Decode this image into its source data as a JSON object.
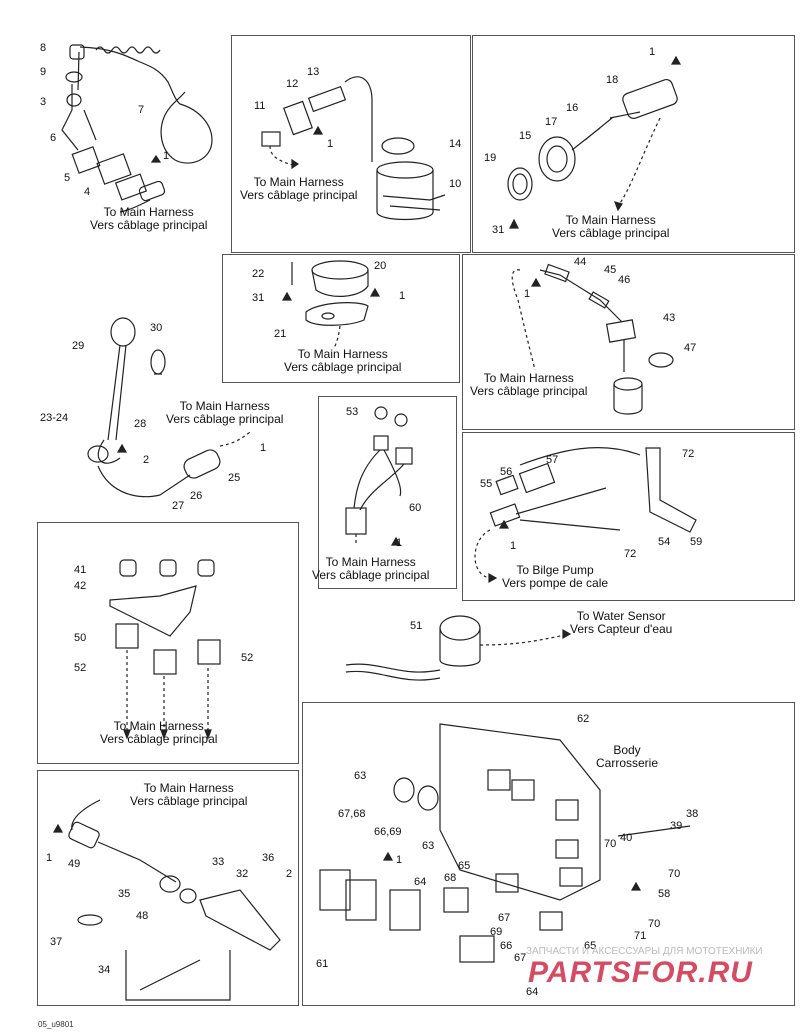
{
  "diagram": {
    "code": "05_u9801",
    "watermark_text": "ЗАПЧАСТИ И АКСЕССУАРЫ ДЛЯ МОТОТЕХНИКИ",
    "watermark_logo": "PARTSFOR.RU",
    "notes": {
      "to_main_harness": "To Main Harness",
      "vers_cablage": "Vers câblage principal",
      "to_bilge_pump": "To Bilge Pump",
      "vers_pompe": "Vers pompe de cale",
      "to_water_sensor": "To Water Sensor",
      "vers_capteur": "Vers Capteur d'eau",
      "body": "Body",
      "carrosserie": "Carrosserie"
    },
    "labels": {
      "n1": "1",
      "n2": "2",
      "n3": "3",
      "n4": "4",
      "n5": "5",
      "n6": "6",
      "n7": "7",
      "n8": "8",
      "n9": "9",
      "n10": "10",
      "n11": "11",
      "n12": "12",
      "n13": "13",
      "n14": "14",
      "n15": "15",
      "n16": "16",
      "n17": "17",
      "n18": "18",
      "n19": "19",
      "n20": "20",
      "n21": "21",
      "n22": "22",
      "n2324": "23-24",
      "n25": "25",
      "n26": "26",
      "n27": "27",
      "n28": "28",
      "n29": "29",
      "n30": "30",
      "n31": "31",
      "n32": "32",
      "n33": "33",
      "n34": "34",
      "n35": "35",
      "n36": "36",
      "n37": "37",
      "n38": "38",
      "n39": "39",
      "n40": "40",
      "n41": "41",
      "n42": "42",
      "n43": "43",
      "n44": "44",
      "n45": "45",
      "n46": "46",
      "n47": "47",
      "n48": "48",
      "n49": "49",
      "n50": "50",
      "n51": "51",
      "n52": "52",
      "n53": "53",
      "n54": "54",
      "n55": "55",
      "n56": "56",
      "n57": "57",
      "n58": "58",
      "n59": "59",
      "n60": "60",
      "n61": "61",
      "n62": "62",
      "n63": "63",
      "n64": "64",
      "n65": "65",
      "n66": "66",
      "n6669": "66,69",
      "n67": "67",
      "n6768": "67,68",
      "n68": "68",
      "n69": "69",
      "n70": "70",
      "n71": "71",
      "n72": "72"
    }
  }
}
